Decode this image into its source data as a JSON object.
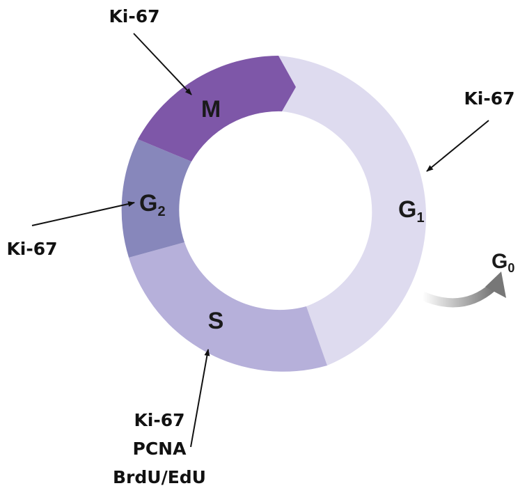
{
  "phases": {
    "m": {
      "letter": "M",
      "sub": "",
      "color": "#7e57a8"
    },
    "g2": {
      "letter": "G",
      "sub": "2",
      "color": "#8787bb"
    },
    "s": {
      "letter": "S",
      "sub": "",
      "color": "#b6b0da"
    },
    "g1": {
      "letter": "G",
      "sub": "1",
      "color": "#dedbef"
    },
    "g0": {
      "letter": "G",
      "sub": "0"
    }
  },
  "markers": {
    "m_label": "Ki-67",
    "g1_label": "Ki-67",
    "g2_label": "Ki-67",
    "s_labels": [
      "Ki-67",
      "PCNA",
      "BrdU/EdU"
    ]
  },
  "colors": {
    "arrow": "#111111",
    "exit_arrow_start": "#ffffff",
    "exit_arrow_end": "#777777"
  }
}
